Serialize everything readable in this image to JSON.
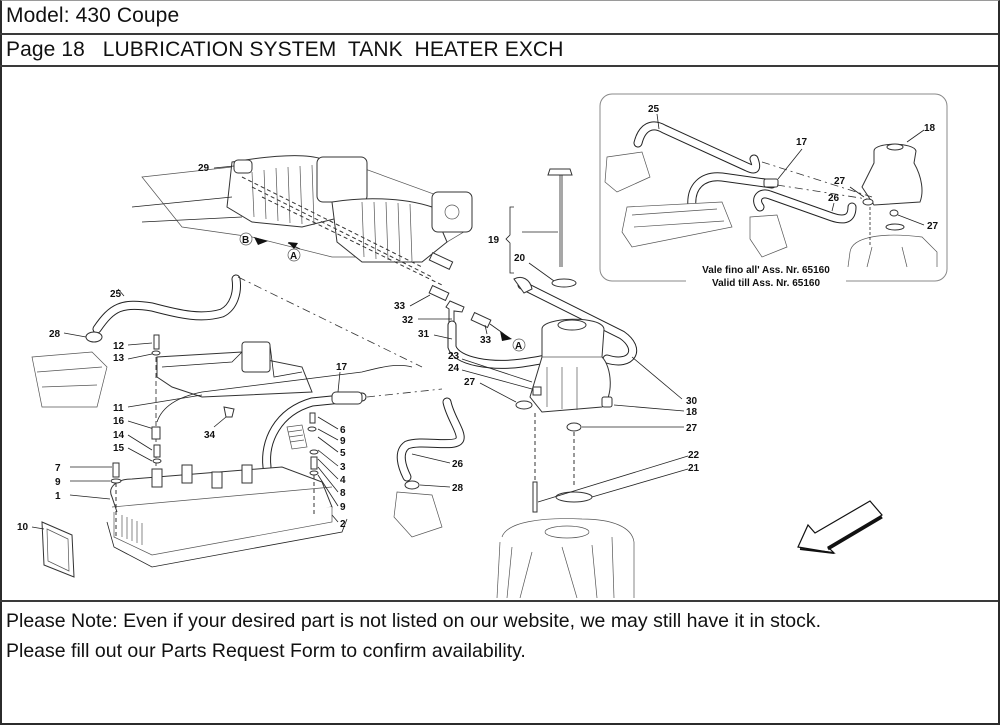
{
  "header": {
    "model": "Model: 430 Coupe",
    "page": "Page 18   LUBRICATION SYSTEM  TANK  HEATER EXCH"
  },
  "diagram": {
    "inset_caption": [
      "Vale fino all' Ass. Nr. 65160",
      "Valid till Ass. Nr. 65160"
    ],
    "reference_markers": [
      "A",
      "B"
    ],
    "direction_arrow": "front-direction-arrow",
    "inset_labels": [
      "25",
      "17",
      "18",
      "27",
      "26",
      "27"
    ],
    "labels": [
      "29",
      "B",
      "A",
      "19",
      "20",
      "25",
      "28",
      "12",
      "13",
      "33",
      "32",
      "31",
      "33",
      "A",
      "23",
      "24",
      "27",
      "30",
      "18",
      "27",
      "11",
      "17",
      "16",
      "14",
      "15",
      "34",
      "6",
      "9",
      "5",
      "3",
      "4",
      "8",
      "9",
      "2",
      "7",
      "9",
      "1",
      "10",
      "26",
      "28",
      "22",
      "21"
    ]
  },
  "note": {
    "line1": "Please Note: Even if your desired part is not listed on our website, we may still have it in stock.",
    "line2": "Please fill out our Parts Request Form to confirm availability."
  }
}
